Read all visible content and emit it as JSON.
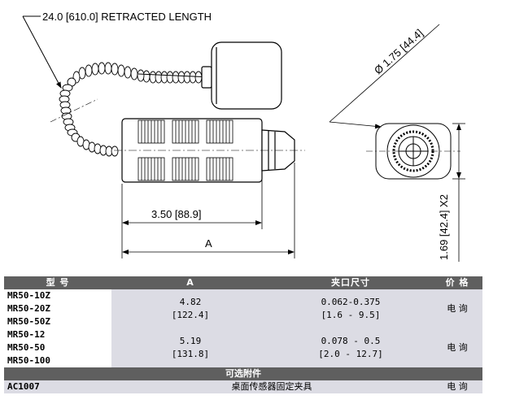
{
  "drawing": {
    "retracted_length": "24.0 [610.0] RETRACTED LENGTH",
    "body_length": "3.50 [88.9]",
    "overall_label": "A",
    "diameter": "Ø 1.75 [44.4]",
    "height_x2": "1.69 [42.4] X2"
  },
  "table": {
    "headers": {
      "model": "型 号",
      "a": "A",
      "jaw": "夹口尺寸",
      "price": "价 格"
    },
    "groups": [
      {
        "models": [
          "MR50-10Z",
          "MR50-20Z",
          "MR50-50Z"
        ],
        "a_in": "4.82",
        "a_mm": "[122.4]",
        "jaw_in": "0.062-0.375",
        "jaw_mm": "[1.6 - 9.5]",
        "price": "电 询"
      },
      {
        "models": [
          "MR50-12",
          "MR50-50",
          "MR50-100"
        ],
        "a_in": "5.19",
        "a_mm": "[131.8]",
        "jaw_in": "0.078 - 0.5",
        "jaw_mm": "[2.0 - 12.7]",
        "price": "电 询"
      }
    ],
    "optional_title": "可选附件",
    "accessory": {
      "model": "AC1007",
      "desc": "桌面传感器固定夹具",
      "price": "电 询"
    }
  }
}
